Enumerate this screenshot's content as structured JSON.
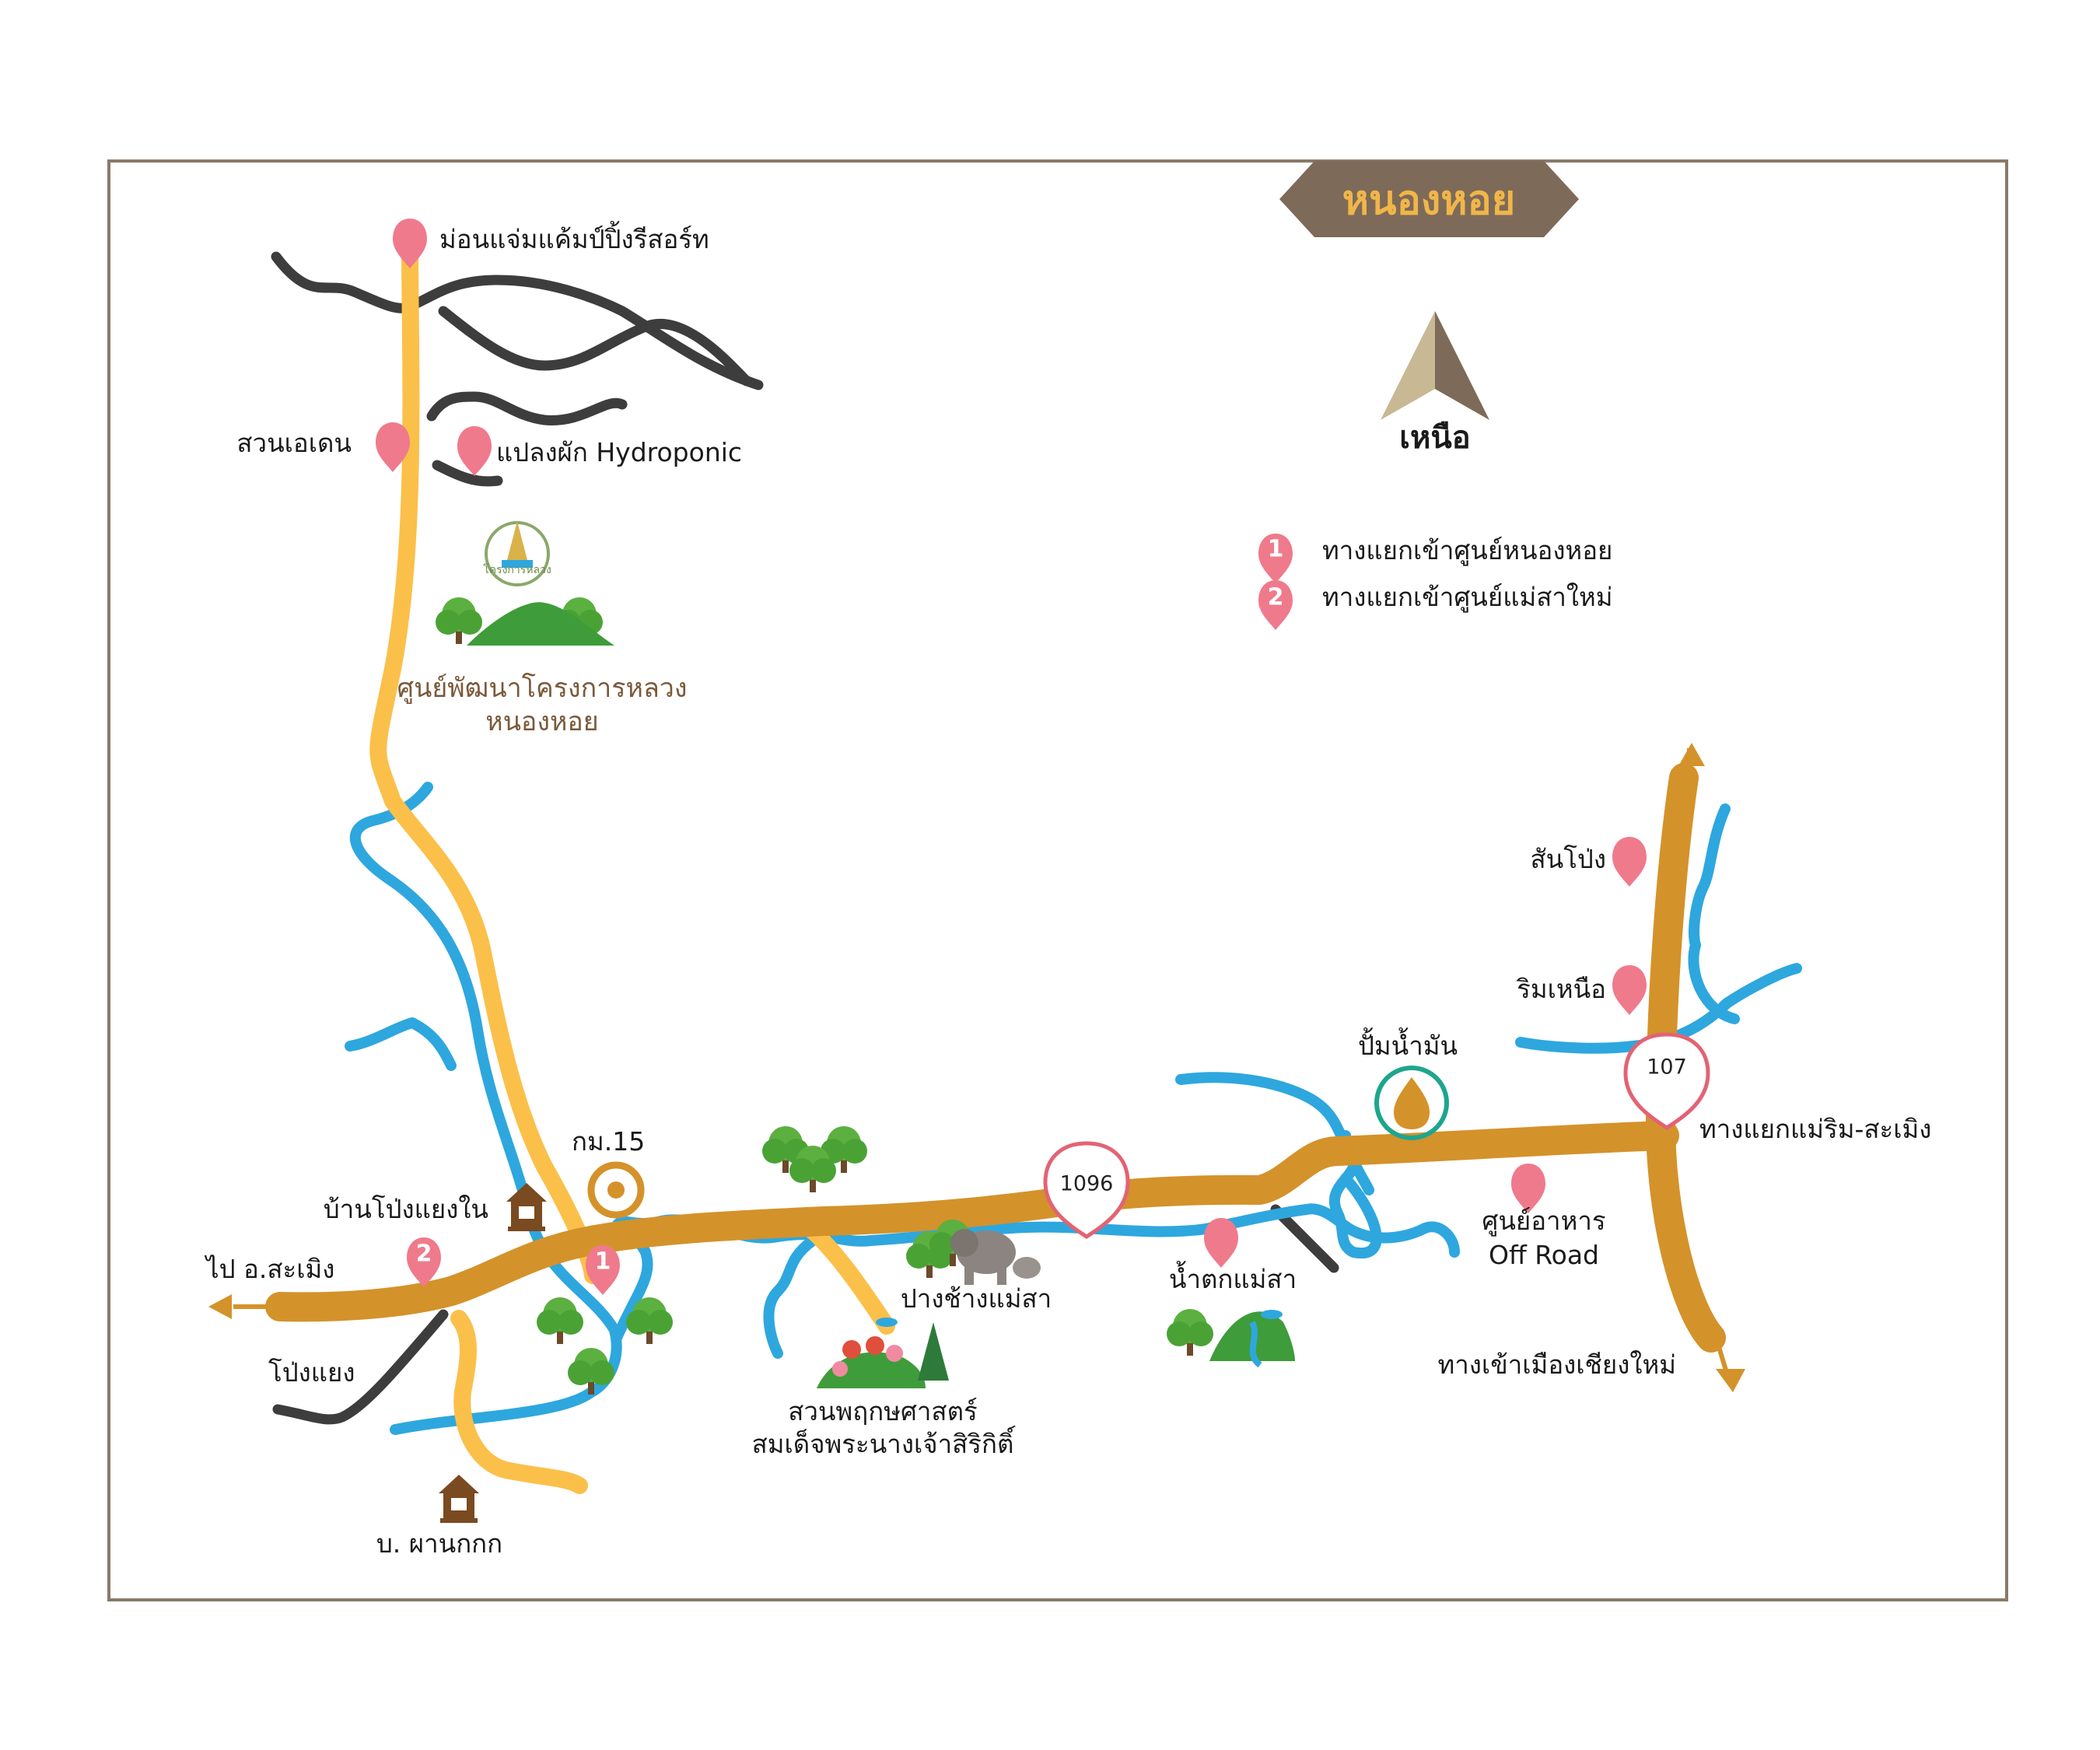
{
  "title": "หนองหอย",
  "north_label": "เหนือ",
  "legend": [
    {
      "num": "1",
      "label": "ทางแยกเข้าศูนย์หนองหอย"
    },
    {
      "num": "2",
      "label": "ทางแยกเข้าศูนย์แม่สาใหม่"
    }
  ],
  "places": {
    "resort": "ม่อนแจ่มแค้มป์ปิ้งรีสอร์ท",
    "eden": "สวนเอเดน",
    "hydroponic": "แปลงผัก Hydroponic",
    "center_line1": "ศูนย์พัฒนาโครงการหลวง",
    "center_line2": "หนองหอย",
    "km15": "กม.15",
    "ban_pong_yaeng_nai": "บ้านโป่งแยงใน",
    "to_samoeng": "ไป อ.สะเมิง",
    "pong_yaeng": "โป่งแยง",
    "ban_phan_kok": "บ. ผานกกก",
    "botanic_line1": "สวนพฤกษศาสตร์",
    "botanic_line2": "สมเด็จพระนางเจ้าสิริกิติ์",
    "elephant_camp": "ปางช้างแม่สา",
    "mae_sa_waterfall": "น้ำตกแม่สา",
    "gas_station": "ปั้มน้ำมัน",
    "food_center_line1": "ศูนย์อาหาร",
    "food_center_line2": "Off Road",
    "san_pong": "สันโป่ง",
    "rim_nuea": "ริมเหนือ",
    "junction_mae_rim": "ทางแยกแม่ริม-สะเมิง",
    "to_chiang_mai": "ทางเข้าเมืองเชียงใหม่",
    "logo_text": "โครงการหลวง"
  },
  "road_shields": {
    "r1096": "1096",
    "r107": "107"
  },
  "markers": {
    "junction1": "1",
    "junction2": "2"
  },
  "colors": {
    "main_road": "#d4922a",
    "minor_road": "#fbc04a",
    "river": "#2ea7de",
    "side_road": "#3d3d3d",
    "pin": "#ef7a8c",
    "frame": "#8a7a68",
    "banner": "#7e6a58",
    "title_text": "#f0b64a"
  },
  "icons": [
    "pin-icon",
    "compass-north-icon",
    "house-icon",
    "tree-icon",
    "elephant-icon",
    "gas-drop-icon",
    "km-target-icon",
    "waterfall-icon",
    "flower-garden-icon",
    "royal-project-logo-icon"
  ]
}
